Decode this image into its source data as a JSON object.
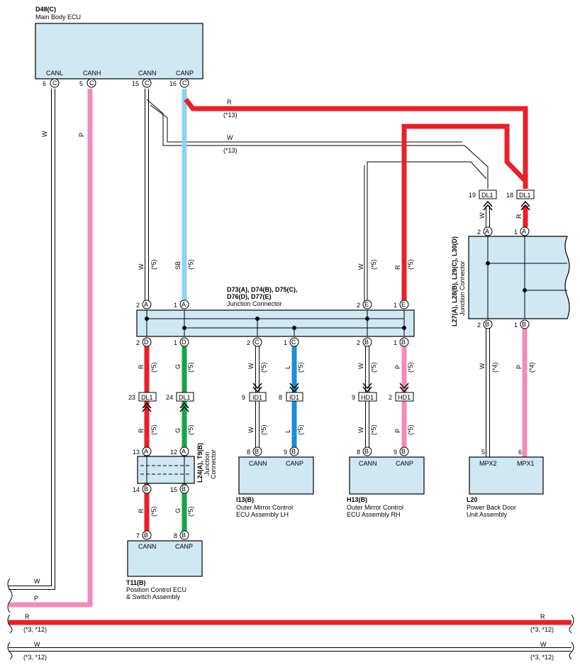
{
  "colors": {
    "R": "#e8202a",
    "P": "#f08cbc",
    "SB": "#8fd3f4",
    "G": "#16a34a",
    "L": "#1b8fd6",
    "W": "#ffffff",
    "ecu_fill": "#cfe8f3"
  },
  "components": {
    "d48": {
      "code": "D48(C)",
      "name": "Main Body ECU",
      "pins": {
        "canl": "CANL",
        "canh": "CANH",
        "cann": "CANN",
        "canp": "CANP"
      },
      "pin_nums": {
        "canl": "6",
        "canh": "5",
        "cann": "15",
        "canp": "16"
      },
      "pin_letter": "C"
    },
    "jc_d73": {
      "code1": "D73(A), D74(B), D75(C),",
      "code2": "D76(D), D77(E)",
      "name": "Junction Connector"
    },
    "jc_l27": {
      "code": "L27(A), L28(B), L29(C), L30(D)",
      "name": "Junction Connector"
    },
    "jc_l24": {
      "code": "L24(A), T9(B)",
      "name1": "Junction",
      "name2": "Connector"
    },
    "t11": {
      "code": "T11(B)",
      "name1": "Position Control ECU",
      "name2": "& Switch Assembly",
      "pin1": "CANN",
      "pin2": "CANP"
    },
    "i13": {
      "code": "I13(B)",
      "name1": "Outer Mirror Control",
      "name2": "ECU Assembly LH",
      "pin1": "CANN",
      "pin2": "CANP"
    },
    "h13": {
      "code": "H13(B)",
      "name1": "Outer Mirror Control",
      "name2": "ECU Assembly RH",
      "pin1": "CANN",
      "pin2": "CANP"
    },
    "l20": {
      "code": "L20",
      "name1": "Power Back Door",
      "name2": "Unit Assembly",
      "pin1": "MPX2",
      "pin2": "MPX1",
      "pin1_num": "5",
      "pin2_num": "6"
    }
  },
  "inline_connectors": {
    "dl1": "DL1",
    "id1": "ID1",
    "hd1": "HD1"
  },
  "wire_labels": {
    "w": "W",
    "p": "P",
    "r": "R",
    "sb": "SB",
    "g": "G",
    "l": "L",
    "note5": "(*5)",
    "note4": "(*4)",
    "note13": "(*13)",
    "note312": "(*3, *12)"
  }
}
